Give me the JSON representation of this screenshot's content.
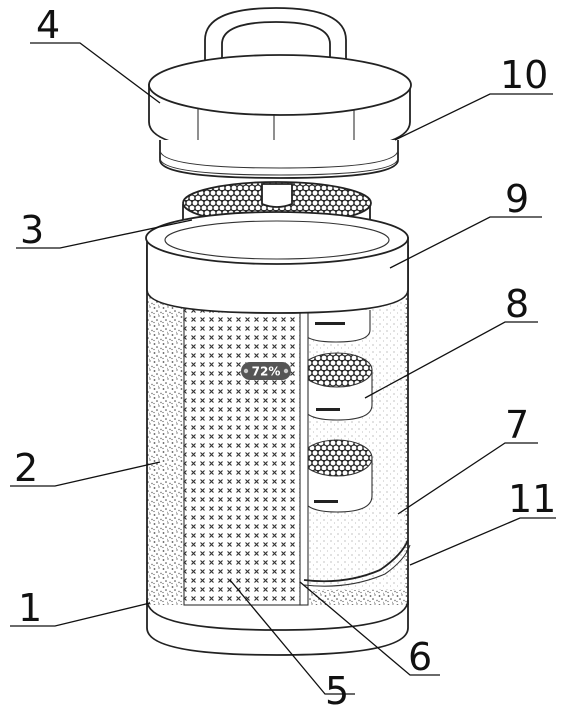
{
  "labels": {
    "l1": "1",
    "l2": "2",
    "l3": "3",
    "l4": "4",
    "l5": "5",
    "l6": "6",
    "l7": "7",
    "l8": "8",
    "l9": "9",
    "l10": "10",
    "l11": "11"
  },
  "badge": {
    "text": "72%",
    "value": 0.72
  }
}
